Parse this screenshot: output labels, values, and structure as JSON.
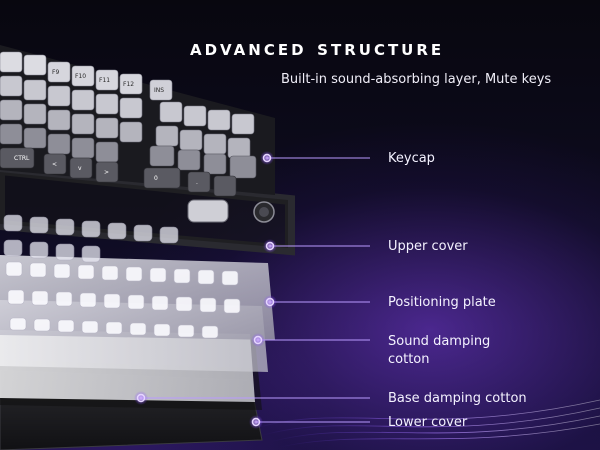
{
  "header": {
    "title": "ADVANCED STRUCTURE",
    "subtitle": "Built-in sound-absorbing layer, Mute keys"
  },
  "layers": [
    {
      "label": "Keycap"
    },
    {
      "label": "Upper cover"
    },
    {
      "label": "Positioning plate"
    },
    {
      "label": "Sound damping\ncotton"
    },
    {
      "label": "Base damping cotton"
    },
    {
      "label": "Lower cover"
    }
  ],
  "keycaps": {
    "f9": "F9",
    "f10": "F10",
    "f11": "F11",
    "f12": "F12",
    "ins": "INS",
    "ctrl": "CTRL",
    "left": "<",
    "down": "v",
    "right": ">",
    "zero": "0",
    "dot": "."
  },
  "colors": {
    "accent": "#9b5cff",
    "pointer_dot": "#b27dff",
    "pointer_line": "#c9a6ff"
  }
}
